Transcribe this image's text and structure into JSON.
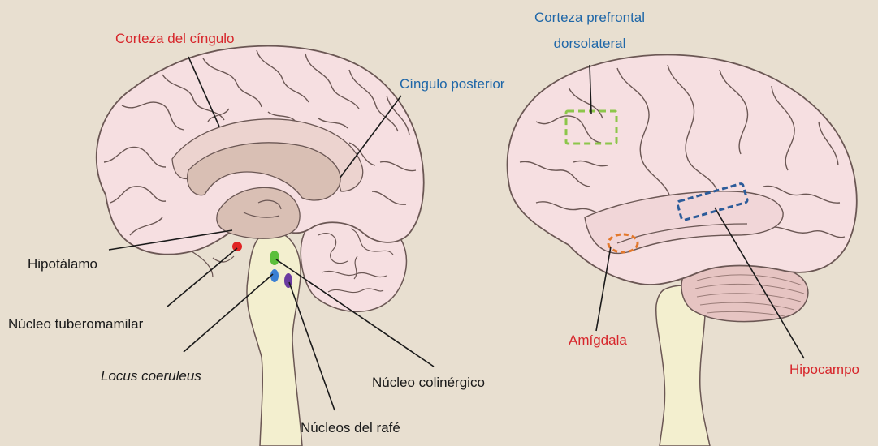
{
  "labels": {
    "corteza_cingulo": "Corteza del cíngulo",
    "cingulo_posterior": "Cíngulo posterior",
    "corteza_prefrontal_l1": "Corteza prefrontal",
    "corteza_prefrontal_l2": "dorsolateral",
    "hipotalamo": "Hipotálamo",
    "nucleo_tuberomamilar": "Núcleo tuberomamilar",
    "locus_coeruleus": "Locus coeruleus",
    "nucleo_colinergico": "Núcleo colinérgico",
    "nucleos_rafe": "Núcleos del rafé",
    "amigdala": "Amígdala",
    "hipocampo": "Hipocampo"
  },
  "colors": {
    "background": "#e8dfd0",
    "brain_fill": "#f6dfe1",
    "brain_outline": "#6b5754",
    "inner_structure": "#d9bfb4",
    "brainstem": "#f3efcf",
    "label_red": "#d7262b",
    "label_blue": "#1f67a8",
    "marker_hypothalamus": "#e02424",
    "marker_colinergic": "#5cbf3a",
    "marker_locus": "#3a7fd4",
    "marker_raphe": "#6a3aa0",
    "box_prefrontal": "#8cc64a",
    "box_hippocampus": "#2c5c9a",
    "ring_amygdala": "#e3782b"
  }
}
